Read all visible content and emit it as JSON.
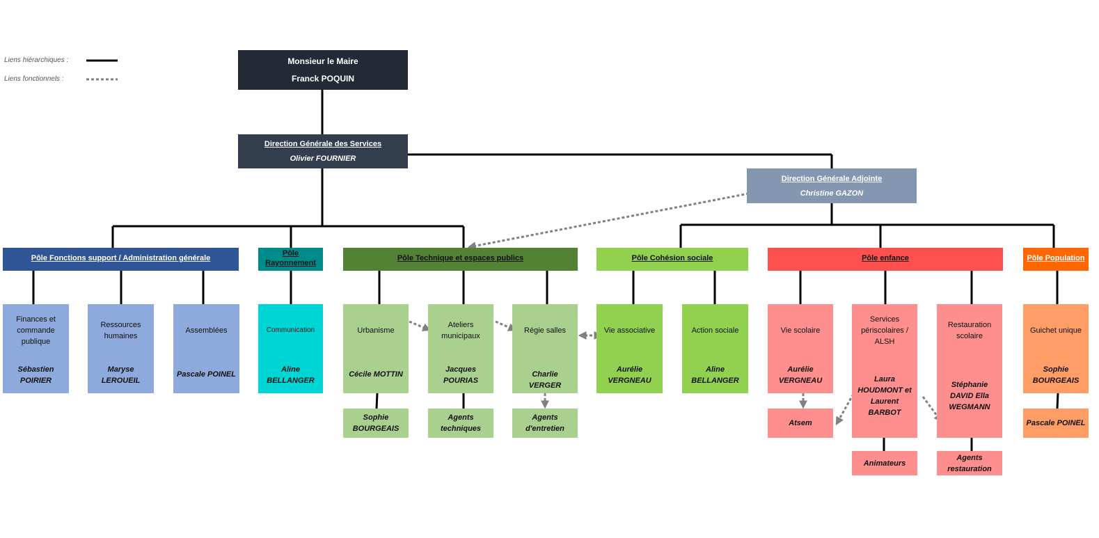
{
  "legend": {
    "hierarchical_label": "Liens hiérarchiques :",
    "functional_label": "Liens fonctionnels :"
  },
  "colors": {
    "mayor": "#232a35",
    "dgs": "#323d4d",
    "dga": "#8496b0",
    "support": "#2f5597",
    "support_light": "#8ea9db",
    "rayonnement": "#008b8b",
    "rayonnement_light": "#00d5d5",
    "technique": "#548235",
    "technique_light": "#a9d08e",
    "cohesion": "#92d050",
    "enfance": "#ff5050",
    "enfance_light": "#ff8f8f",
    "population": "#ff6600",
    "population_light": "#ff9d66",
    "hierarchical_line": "#000000",
    "functional_line": "#808080"
  },
  "mayor": {
    "title": "Monsieur le Maire",
    "name": "Franck POQUIN"
  },
  "dgs": {
    "title": "Direction Générale des Services",
    "name": "Olivier FOURNIER"
  },
  "dga": {
    "title": "Direction Générale Adjointe",
    "name": "Christine GAZON"
  },
  "poles": {
    "support": {
      "title": "Pôle Fonctions support / Administration générale",
      "units": [
        {
          "title": "Finances et commande publique",
          "name": "Sébastien POIRIER"
        },
        {
          "title": "Ressources humaines",
          "name": "Maryse LEROUEIL"
        },
        {
          "title": "Assemblées",
          "name": "Pascale POINEL"
        }
      ]
    },
    "rayonnement": {
      "title": "Pôle Rayonnement",
      "units": [
        {
          "title": "Communication",
          "name": "Aline BELLANGER"
        }
      ]
    },
    "technique": {
      "title": "Pôle Technique et espaces publics",
      "units": [
        {
          "title": "Urbanisme",
          "name": "Cécile MOTTIN",
          "sub": "Sophie BOURGEAIS"
        },
        {
          "title": "Ateliers municipaux",
          "name": "Jacques POURIAS",
          "sub": "Agents techniques"
        },
        {
          "title": "Régie salles",
          "name": "Charlie VERGER",
          "sub": "Agents d'entretien"
        }
      ]
    },
    "cohesion": {
      "title": "Pôle Cohésion sociale",
      "units": [
        {
          "title": "Vie associative",
          "name": "Aurélie VERGNEAU"
        },
        {
          "title": "Action sociale",
          "name": "Aline BELLANGER"
        }
      ]
    },
    "enfance": {
      "title": "Pôle enfance",
      "units": [
        {
          "title": "Vie scolaire",
          "name": "Aurélie VERGNEAU",
          "sub": "Atsem"
        },
        {
          "title": "Services périscolaires / ALSH",
          "name": "Laura HOUDMONT et Laurent BARBOT",
          "sub": "Animateurs"
        },
        {
          "title": "Restauration scolaire",
          "name": "Stéphanie DAVID Ella WEGMANN",
          "sub": "Agents restauration"
        }
      ]
    },
    "population": {
      "title": "Pôle Population",
      "units": [
        {
          "title": "Guichet unique",
          "name": "Sophie BOURGEAIS",
          "sub": "Pascale POINEL"
        }
      ]
    }
  }
}
